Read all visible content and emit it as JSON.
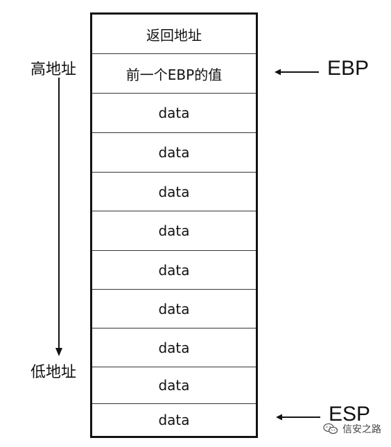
{
  "cells": [
    "返回地址",
    "前一个EBP的值",
    "data",
    "data",
    "data",
    "data",
    "data",
    "data",
    "data",
    "data",
    "data"
  ],
  "labels": {
    "high_address": "高地址",
    "low_address": "低地址",
    "ebp": "EBP",
    "esp": "ESP"
  },
  "watermark": {
    "text": "信安之路",
    "icon": "wechat-icon"
  },
  "colors": {
    "line": "#111111",
    "text": "#111111",
    "watermark": "#444444"
  }
}
